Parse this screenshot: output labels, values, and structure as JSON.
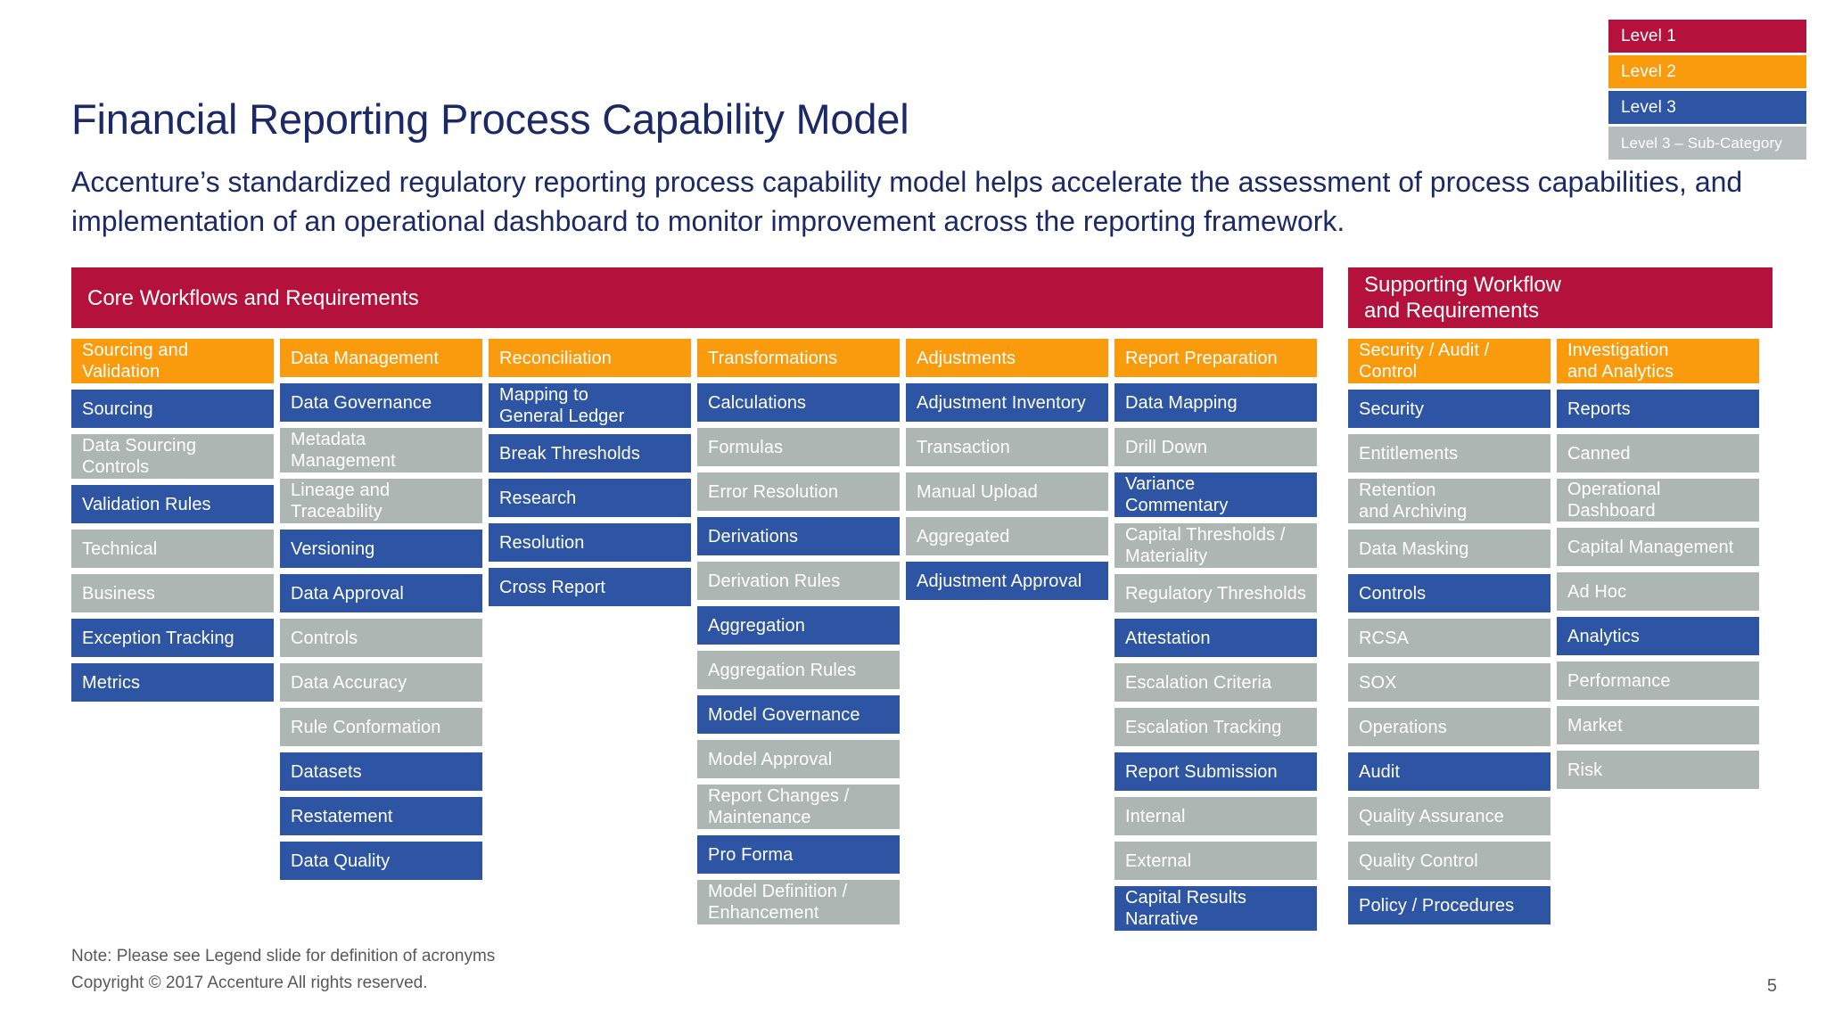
{
  "legend": {
    "items": [
      {
        "label": "Level 1",
        "color": "#b4123c",
        "cls": "legend-l1"
      },
      {
        "label": "Level 2",
        "color": "#f99b0c",
        "cls": "legend-l2"
      },
      {
        "label": "Level 3",
        "color": "#2d55a3",
        "cls": "legend-l3"
      },
      {
        "label": "Level 3 – Sub-Category",
        "color": "#b6bcbb",
        "cls": "legend-l3s"
      }
    ]
  },
  "title": "Financial Reporting Process Capability Model",
  "subtitle": "Accenture’s standardized regulatory reporting process capability model helps accelerate the assessment of process capabilities, and implementation of an operational dashboard to monitor improvement across the reporting framework.",
  "panels": [
    {
      "id": "core",
      "header": "Core Workflows and Requirements",
      "columns": [
        {
          "title": "Sourcing and Validation",
          "items": [
            {
              "label": "Sourcing",
              "level": 3
            },
            {
              "label": "Data Sourcing Controls",
              "level": 4
            },
            {
              "label": "Validation Rules",
              "level": 3
            },
            {
              "label": "Technical",
              "level": 4
            },
            {
              "label": "Business",
              "level": 4
            },
            {
              "label": "Exception Tracking",
              "level": 3
            },
            {
              "label": "Metrics",
              "level": 3
            }
          ]
        },
        {
          "title": "Data Management",
          "items": [
            {
              "label": "Data Governance",
              "level": 3
            },
            {
              "label": "Metadata Management",
              "level": 4
            },
            {
              "label": "Lineage and Traceability",
              "level": 4
            },
            {
              "label": "Versioning",
              "level": 3
            },
            {
              "label": "Data Approval",
              "level": 3
            },
            {
              "label": "Controls",
              "level": 4
            },
            {
              "label": "Data Accuracy",
              "level": 4
            },
            {
              "label": "Rule Conformation",
              "level": 4
            },
            {
              "label": "Datasets",
              "level": 3
            },
            {
              "label": "Restatement",
              "level": 3
            },
            {
              "label": "Data Quality",
              "level": 3
            }
          ]
        },
        {
          "title": "Reconciliation",
          "items": [
            {
              "label": "Mapping to General Ledger",
              "level": 3
            },
            {
              "label": "Break Thresholds",
              "level": 3
            },
            {
              "label": "Research",
              "level": 3
            },
            {
              "label": "Resolution",
              "level": 3
            },
            {
              "label": "Cross Report",
              "level": 3
            }
          ]
        },
        {
          "title": "Transformations",
          "items": [
            {
              "label": "Calculations",
              "level": 3
            },
            {
              "label": "Formulas",
              "level": 4
            },
            {
              "label": "Error Resolution",
              "level": 4
            },
            {
              "label": "Derivations",
              "level": 3
            },
            {
              "label": "Derivation Rules",
              "level": 4
            },
            {
              "label": "Aggregation",
              "level": 3
            },
            {
              "label": "Aggregation Rules",
              "level": 4
            },
            {
              "label": "Model Governance",
              "level": 3
            },
            {
              "label": "Model Approval",
              "level": 4
            },
            {
              "label": "Report Changes / Maintenance",
              "level": 4
            },
            {
              "label": "Pro Forma",
              "level": 3
            },
            {
              "label": "Model Definition / Enhancement",
              "level": 4
            }
          ]
        },
        {
          "title": "Adjustments",
          "items": [
            {
              "label": "Adjustment Inventory",
              "level": 3
            },
            {
              "label": "Transaction",
              "level": 4
            },
            {
              "label": "Manual Upload",
              "level": 4
            },
            {
              "label": "Aggregated",
              "level": 4
            },
            {
              "label": "Adjustment Approval",
              "level": 3
            }
          ]
        },
        {
          "title": "Report Preparation",
          "items": [
            {
              "label": "Data Mapping",
              "level": 3
            },
            {
              "label": "Drill Down",
              "level": 4
            },
            {
              "label": "Variance Commentary",
              "level": 3
            },
            {
              "label": "Capital Thresholds / Materiality",
              "level": 4
            },
            {
              "label": "Regulatory Thresholds",
              "level": 4
            },
            {
              "label": "Attestation",
              "level": 3
            },
            {
              "label": "Escalation Criteria",
              "level": 4
            },
            {
              "label": "Escalation Tracking",
              "level": 4
            },
            {
              "label": "Report Submission",
              "level": 3
            },
            {
              "label": "Internal",
              "level": 4
            },
            {
              "label": "External",
              "level": 4
            },
            {
              "label": "Capital Results Narrative",
              "level": 3
            }
          ]
        }
      ]
    },
    {
      "id": "support",
      "header": "Supporting Workflow and Requirements",
      "columns": [
        {
          "title": "Security / Audit / Control",
          "items": [
            {
              "label": "Security",
              "level": 3
            },
            {
              "label": "Entitlements",
              "level": 4
            },
            {
              "label": "Retention and Archiving",
              "level": 4
            },
            {
              "label": "Data Masking",
              "level": 4
            },
            {
              "label": "Controls",
              "level": 3
            },
            {
              "label": "RCSA",
              "level": 4
            },
            {
              "label": "SOX",
              "level": 4
            },
            {
              "label": "Operations",
              "level": 4
            },
            {
              "label": "Audit",
              "level": 3
            },
            {
              "label": "Quality Assurance",
              "level": 4
            },
            {
              "label": "Quality Control",
              "level": 4
            },
            {
              "label": "Policy / Procedures",
              "level": 3
            }
          ]
        },
        {
          "title": "Investigation and Analytics",
          "items": [
            {
              "label": "Reports",
              "level": 3
            },
            {
              "label": "Canned",
              "level": 4
            },
            {
              "label": "Operational Dashboard",
              "level": 4
            },
            {
              "label": "Capital Management",
              "level": 4
            },
            {
              "label": "Ad Hoc",
              "level": 4
            },
            {
              "label": "Analytics",
              "level": 3
            },
            {
              "label": "Performance",
              "level": 4
            },
            {
              "label": "Market",
              "level": 4
            },
            {
              "label": "Risk",
              "level": 4
            }
          ]
        }
      ]
    }
  ],
  "footer": {
    "note": "Note: Please see Legend slide for definition of acronyms",
    "copyright": "Copyright © 2017 Accenture  All rights reserved.",
    "page_number": "5"
  },
  "colors": {
    "level1": "#b4123c",
    "level2": "#f99b0c",
    "level3": "#2d55a3",
    "level3_sub": "#aeb6b4",
    "title_blue": "#1b2a66",
    "footer_gray": "#58595b"
  }
}
